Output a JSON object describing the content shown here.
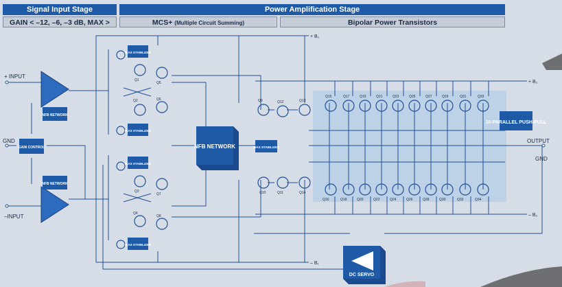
{
  "headers": {
    "signal_input_stage": "Signal Input Stage",
    "gain_settings": "GAIN < –12, –6, –3 dB, MAX >",
    "power_amplification_stage": "Power Amplification Stage",
    "mcs_title": "MCS+",
    "mcs_subtitle": "(Multiple Circuit Summing)",
    "bipolar_power_transistors": "Bipolar Power Transistors"
  },
  "labels": {
    "plus_input": "+ INPUT",
    "minus_input": "–INPUT",
    "gnd_left": "GND",
    "gnd_right": "GND",
    "output": "OUTPUT",
    "plus_b1": "+ B₁",
    "minus_b1": "– B₁",
    "plus_b2": "+ B₂",
    "minus_b2": "– B₂",
    "nfb_network_small": "NFB NETWORK",
    "gain_control": "GAIN CONTROL",
    "bias_stabilizer": "BIAS STABILIZER",
    "nfb_network_big": "NFB NETWORK",
    "dc_servo": "DC SERVO",
    "parallel_push_pull": "10-PARALLEL PUSH-PULL"
  },
  "transistors": {
    "input_stage": [
      "Q1",
      "Q5",
      "Q2",
      "Q6",
      "Q3",
      "Q7",
      "Q4",
      "Q8"
    ],
    "driver": [
      "Q9",
      "Q10",
      "Q11",
      "Q12",
      "Q13",
      "Q14"
    ],
    "output_top": [
      "Q15",
      "Q17",
      "Q19",
      "Q21",
      "Q23",
      "Q25",
      "Q27",
      "Q29",
      "Q31",
      "Q33"
    ],
    "output_bottom": [
      "Q16",
      "Q18",
      "Q20",
      "Q22",
      "Q24",
      "Q26",
      "Q28",
      "Q30",
      "Q32",
      "Q34"
    ]
  },
  "colors": {
    "accent": "#1f5aa6",
    "background": "#d6dde6",
    "highlight_panel": "#b9cfe6",
    "wire": "#1f4f96"
  }
}
